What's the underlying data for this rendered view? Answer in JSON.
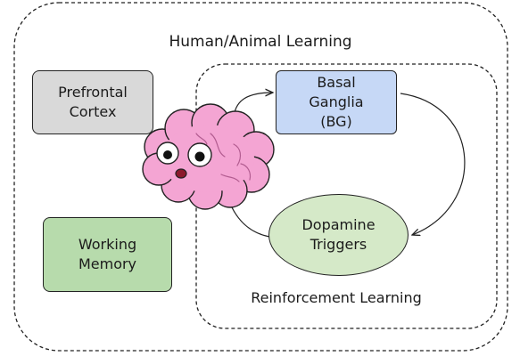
{
  "title": "Human/Animal Learning",
  "subgroup_title": "Reinforcement Learning",
  "nodes": {
    "prefrontal_cortex": {
      "line1": "Prefrontal",
      "line2": "Cortex",
      "color": "#d9d9d9"
    },
    "working_memory": {
      "line1": "Working",
      "line2": "Memory",
      "color": "#b7dbac"
    },
    "basal_ganglia": {
      "line1": "Basal",
      "line2": "Ganglia",
      "line3": "(BG)",
      "color": "#c6d8f6"
    },
    "dopamine": {
      "line1": "Dopamine",
      "line2": "Triggers",
      "color": "#d5e9c8"
    }
  },
  "brain": {
    "icon": "cartoon-brain-icon",
    "color": "#f4a5d3"
  },
  "edges": [
    {
      "from": "brain",
      "to": "basal_ganglia"
    },
    {
      "from": "basal_ganglia",
      "to": "dopamine"
    },
    {
      "from": "dopamine",
      "to": "brain"
    }
  ]
}
